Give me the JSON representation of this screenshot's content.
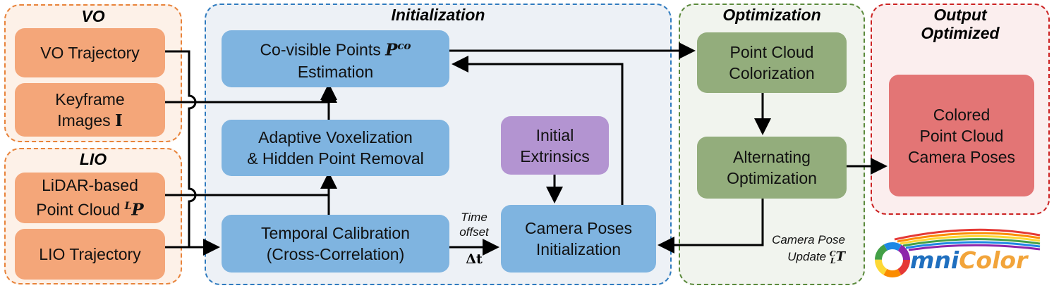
{
  "groups": {
    "vo": "VO",
    "lio": "LIO",
    "init": "Initialization",
    "opt": "Optimization",
    "out_line1": "Output",
    "out_line2": "Optimized"
  },
  "boxes": {
    "vo_trajectory": "VO Trajectory",
    "keyframe_line1": "Keyframe",
    "keyframe_line2": "Images",
    "keyframe_symbol": "I",
    "lidar_line1": "LiDAR-based",
    "lidar_line2": "Point Cloud",
    "lidar_sup": "L",
    "lidar_symbol": "P",
    "lio_trajectory": "LIO Trajectory",
    "covisible_line1": "Co-visible Points",
    "covisible_symbol": "P",
    "covisible_sup": "co",
    "covisible_line2": "Estimation",
    "voxel_line1": "Adaptive Voxelization",
    "voxel_line2": "& Hidden Point Removal",
    "temporal_line1": "Temporal Calibration",
    "temporal_line2": "(Cross-Correlation)",
    "extrinsics_line1": "Initial",
    "extrinsics_line2": "Extrinsics",
    "camposes_line1": "Camera Poses",
    "camposes_line2": "Initialization",
    "colorization_line1": "Point Cloud",
    "colorization_line2": "Colorization",
    "alternating_line1": "Alternating",
    "alternating_line2": "Optimization",
    "output_line1": "Colored",
    "output_line2": "Point Cloud",
    "output_line3": "Camera Poses"
  },
  "labels": {
    "time_offset_line1": "Time",
    "time_offset_line2": "offset",
    "delta_t": "Δt",
    "cam_update_line1": "Camera Pose",
    "cam_update_line2": "Update",
    "cam_update_sup": "C",
    "cam_update_sub": "L",
    "cam_update_symbol": "T"
  },
  "logo": {
    "text_mni": "mni",
    "text_color": "Color",
    "colors": {
      "mni": "#1f6fbf",
      "color": "#f2a43a"
    }
  }
}
